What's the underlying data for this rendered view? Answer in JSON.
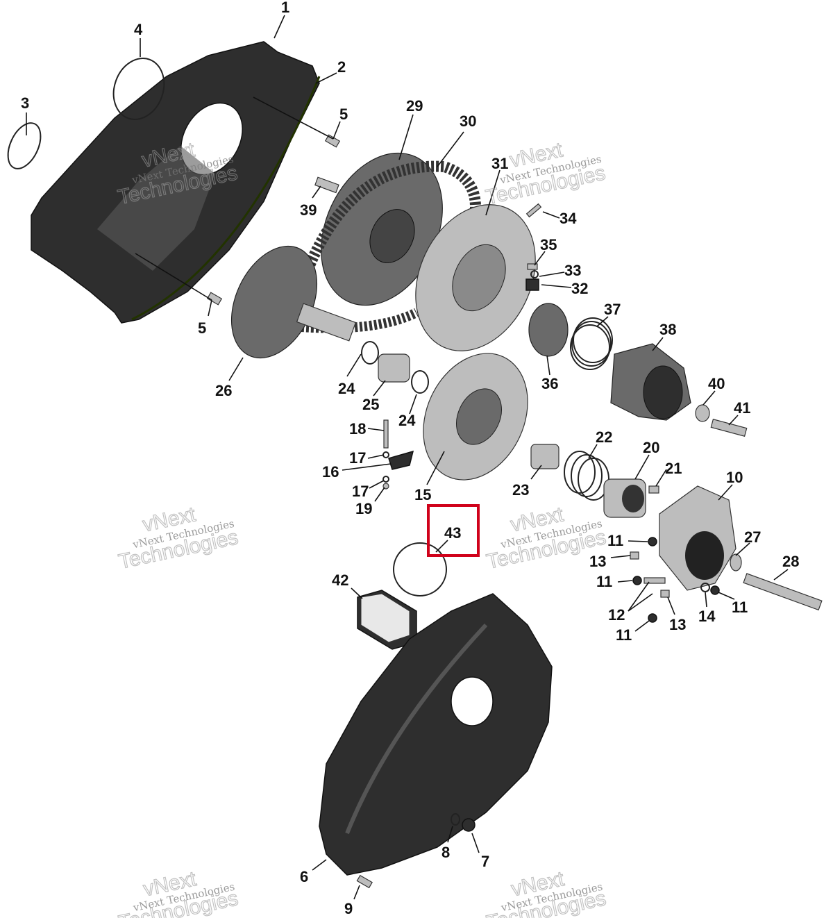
{
  "callouts": {
    "c1": "1",
    "c2": "2",
    "c3": "3",
    "c4": "4",
    "c5a": "5",
    "c5b": "5",
    "c6": "6",
    "c7": "7",
    "c8": "8",
    "c9": "9",
    "c10": "10",
    "c11a": "11",
    "c11b": "11",
    "c11c": "11",
    "c11d": "11",
    "c12": "12",
    "c13a": "13",
    "c13b": "13",
    "c14": "14",
    "c15": "15",
    "c16": "16",
    "c17a": "17",
    "c17b": "17",
    "c18": "18",
    "c19": "19",
    "c20": "20",
    "c21": "21",
    "c22": "22",
    "c23": "23",
    "c24a": "24",
    "c24b": "24",
    "c25": "25",
    "c26": "26",
    "c27": "27",
    "c28": "28",
    "c29": "29",
    "c30": "30",
    "c31": "31",
    "c32": "32",
    "c33": "33",
    "c34": "34",
    "c35": "35",
    "c36": "36",
    "c37": "37",
    "c38": "38",
    "c39": "39",
    "c40": "40",
    "c41": "41",
    "c42": "42",
    "c43": "43"
  },
  "highlighted_callout": "43",
  "watermark": {
    "small": "vNext Technologies",
    "big_line1": "vNext",
    "big_line2": "Technologies"
  },
  "colors": {
    "highlight": "#d0021b",
    "part_dark": "#2e2e2e",
    "part_light": "#bdbdbd"
  }
}
